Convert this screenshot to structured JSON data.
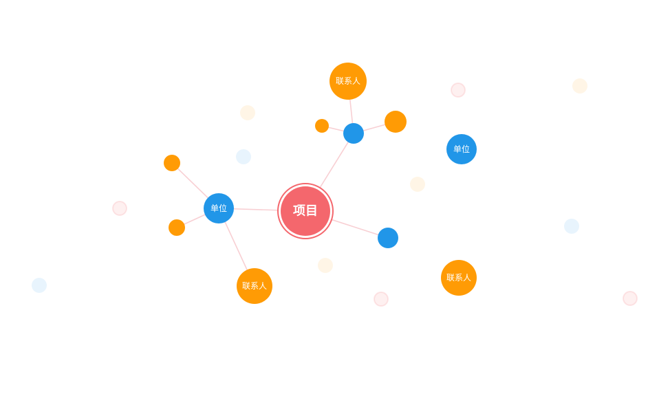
{
  "colors": {
    "project": "#f4676d",
    "unit": "#2196e8",
    "contact": "#ff9b05",
    "edge": "#f8cfd3"
  },
  "nodes": [
    {
      "id": "project",
      "type": "project",
      "label": "项目",
      "interactable": true
    },
    {
      "id": "unit-left",
      "type": "unit",
      "label": "单位",
      "interactable": true
    },
    {
      "id": "unit-top",
      "type": "unit",
      "label": "",
      "interactable": true
    },
    {
      "id": "unit-right",
      "type": "unit",
      "label": "",
      "interactable": true
    },
    {
      "id": "unit-isolated",
      "type": "unit",
      "label": "单位",
      "interactable": true
    },
    {
      "id": "contact-top",
      "type": "contact",
      "label": "联系人",
      "interactable": true
    },
    {
      "id": "contact-top-right",
      "type": "contact",
      "label": "",
      "interactable": true
    },
    {
      "id": "contact-top-left",
      "type": "contact",
      "label": "",
      "interactable": true
    },
    {
      "id": "contact-left-upper",
      "type": "contact",
      "label": "",
      "interactable": true
    },
    {
      "id": "contact-left-lower",
      "type": "contact",
      "label": "",
      "interactable": true
    },
    {
      "id": "contact-bottom",
      "type": "contact",
      "label": "联系人",
      "interactable": true
    },
    {
      "id": "contact-isolated",
      "type": "contact",
      "label": "联系人",
      "interactable": true
    },
    {
      "id": "faded-project-1",
      "type": "project",
      "label": "",
      "faded": true,
      "interactable": false
    },
    {
      "id": "faded-project-2",
      "type": "project",
      "label": "",
      "faded": true,
      "interactable": false
    },
    {
      "id": "faded-project-3",
      "type": "project",
      "label": "",
      "faded": true,
      "interactable": false
    },
    {
      "id": "faded-project-4",
      "type": "project",
      "label": "",
      "faded": true,
      "interactable": false
    },
    {
      "id": "faded-contact-1",
      "type": "contact",
      "label": "",
      "faded": true,
      "interactable": false
    },
    {
      "id": "faded-contact-2",
      "type": "contact",
      "label": "",
      "faded": true,
      "interactable": false
    },
    {
      "id": "faded-contact-3",
      "type": "contact",
      "label": "",
      "faded": true,
      "interactable": false
    },
    {
      "id": "faded-contact-4",
      "type": "contact",
      "label": "",
      "faded": true,
      "interactable": false
    },
    {
      "id": "faded-unit-1",
      "type": "unit",
      "label": "",
      "faded": true,
      "interactable": false
    },
    {
      "id": "faded-unit-2",
      "type": "unit",
      "label": "",
      "faded": true,
      "interactable": false
    },
    {
      "id": "faded-unit-3",
      "type": "unit",
      "label": "",
      "faded": true,
      "interactable": false
    }
  ],
  "edges": [
    {
      "from": "project",
      "to": "unit-left"
    },
    {
      "from": "project",
      "to": "unit-top"
    },
    {
      "from": "project",
      "to": "unit-right"
    },
    {
      "from": "unit-top",
      "to": "contact-top"
    },
    {
      "from": "unit-top",
      "to": "contact-top-right"
    },
    {
      "from": "unit-top",
      "to": "contact-top-left"
    },
    {
      "from": "unit-left",
      "to": "contact-left-upper"
    },
    {
      "from": "unit-left",
      "to": "contact-left-lower"
    },
    {
      "from": "unit-left",
      "to": "contact-bottom"
    }
  ]
}
